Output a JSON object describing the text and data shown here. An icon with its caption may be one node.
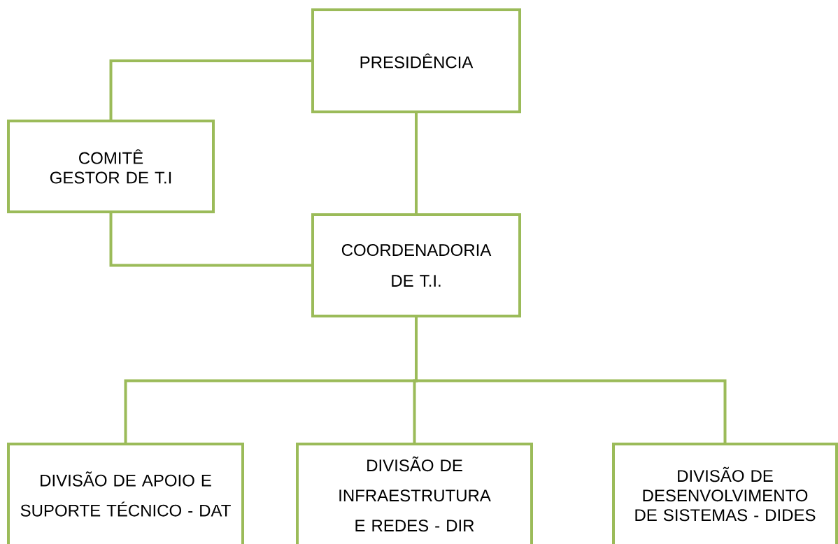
{
  "diagram": {
    "nodes": [
      {
        "text": [
          "PRESIDÊNCIA"
        ]
      },
      {
        "text": [
          "COMITÊ GESTOR DE T.I"
        ]
      },
      {
        "text": [
          "COORDENADORIA DE T.I."
        ]
      },
      {
        "text": [
          "DIVISÃO DE APOIO E SUPORTE TÉCNICO - DAT"
        ]
      },
      {
        "text": [
          "DIVISÃO DE INFRAESTRUTURA E REDES - DIR"
        ]
      },
      {
        "text": [
          "DIVISÃO DE DESENVOLVIMENTO DE SISTEMAS - DIDES"
        ]
      }
    ],
    "edges": [
      {
        "from": 0,
        "to": 1,
        "arrow": "none"
      },
      {
        "from": 0,
        "to": 2,
        "arrow": "none"
      },
      {
        "from": 1,
        "to": 2,
        "arrow": "none"
      },
      {
        "from": 2,
        "to": 3,
        "arrow": "none"
      },
      {
        "from": 2,
        "to": 4,
        "arrow": "none"
      },
      {
        "from": 2,
        "to": 5,
        "arrow": "none"
      }
    ]
  }
}
